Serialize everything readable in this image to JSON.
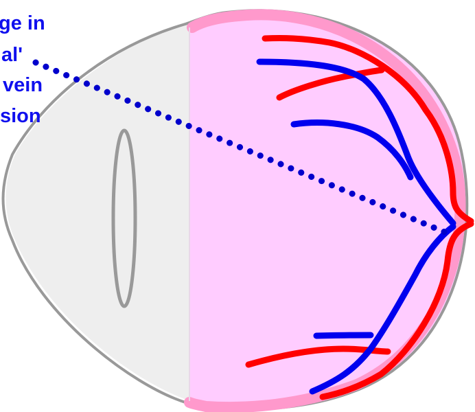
{
  "label": {
    "lines": [
      "ge in",
      "al'",
      " vein",
      "sion"
    ],
    "color": "#1010ee"
  },
  "colors": {
    "eye_outline": "#999999",
    "anterior_fill": "#eeeeee",
    "retina_fill": "#ffccff",
    "retina_rim": "#ff99cc",
    "artery": "#ff0000",
    "vein": "#0000ee",
    "pointer": "#0000cc"
  }
}
